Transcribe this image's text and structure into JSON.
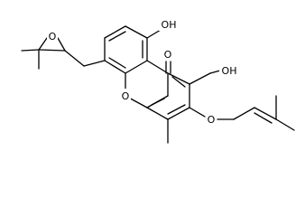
{
  "atom_labels": {
    "epoxide_oxygen": "O",
    "phenol_hydroxyl": "OH",
    "ketone_oxygen": "O",
    "ring_oxygen": "O",
    "hydroxymethyl": "OH",
    "ether_oxygen": "O"
  }
}
